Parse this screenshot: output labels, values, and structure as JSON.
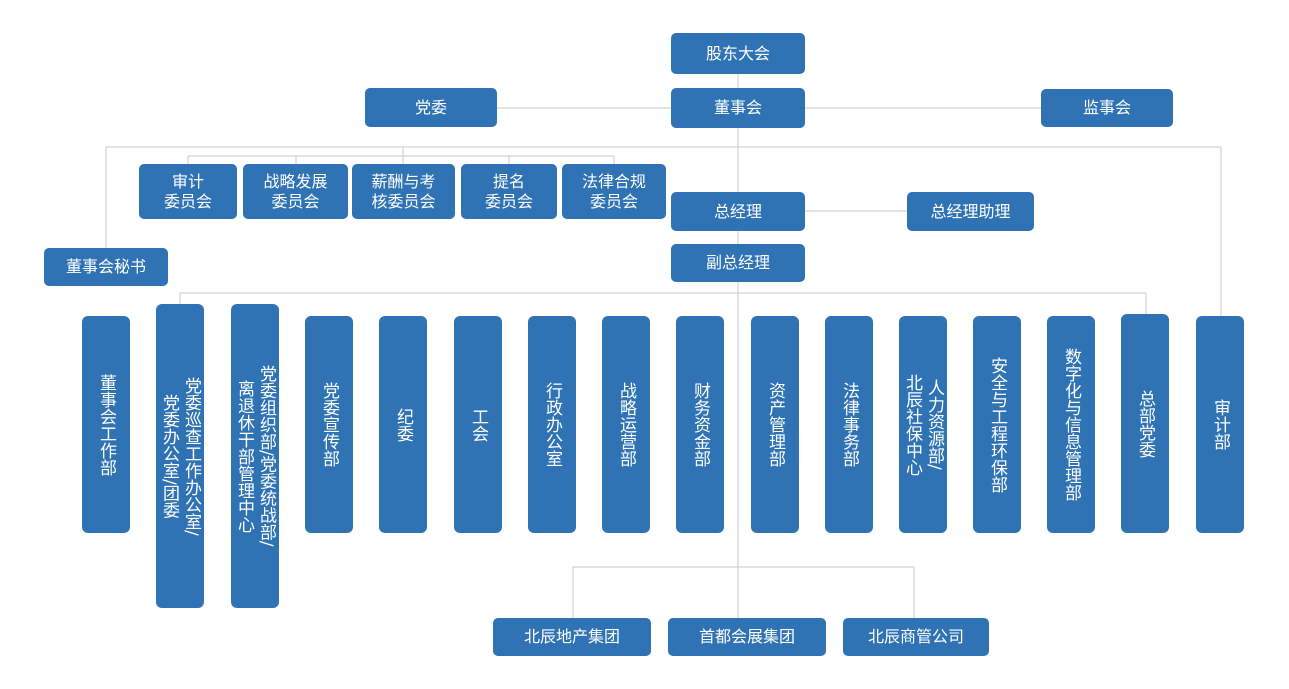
{
  "boxes": {
    "shareholders": "股东大会",
    "party_committee": "党委",
    "board": "董事会",
    "supervisory_board": "监事会",
    "audit_committee": "审计\n委员会",
    "strategy_committee": "战略发展\n委员会",
    "compensation_committee": "薪酬与考\n核委员会",
    "nomination_committee": "提名\n委员会",
    "legal_committee": "法律合规\n委员会",
    "general_manager": "总经理",
    "gm_assistant": "总经理助理",
    "board_secretary": "董事会秘书",
    "deputy_gm": "副总经理"
  },
  "departments": [
    {
      "cols": [
        "董事会工作部"
      ]
    },
    {
      "cols": [
        "党委巡查工作办公室/",
        "党委办公室/团委"
      ]
    },
    {
      "cols": [
        "党委组织部/党委统战部/",
        "离退休干部管理中心"
      ]
    },
    {
      "cols": [
        "党委宣传部"
      ]
    },
    {
      "cols": [
        "纪委"
      ]
    },
    {
      "cols": [
        "工会"
      ]
    },
    {
      "cols": [
        "行政办公室"
      ]
    },
    {
      "cols": [
        "战略运营部"
      ]
    },
    {
      "cols": [
        "财务资金部"
      ]
    },
    {
      "cols": [
        "资产管理部"
      ]
    },
    {
      "cols": [
        "法律事务部"
      ]
    },
    {
      "cols": [
        "人力资源部/",
        "北辰社保中心"
      ]
    },
    {
      "cols": [
        "安全与工程环保部"
      ]
    },
    {
      "cols": [
        "数字化与信息管理部"
      ]
    },
    {
      "cols": [
        "总部党委"
      ]
    },
    {
      "cols": [
        "审计部"
      ]
    }
  ],
  "subsidiaries": [
    "北辰地产集团",
    "首都会展集团",
    "北辰商管公司"
  ],
  "colors": {
    "box": "#2f73b4",
    "line": "#c8c8c8",
    "text": "#ffffff"
  }
}
